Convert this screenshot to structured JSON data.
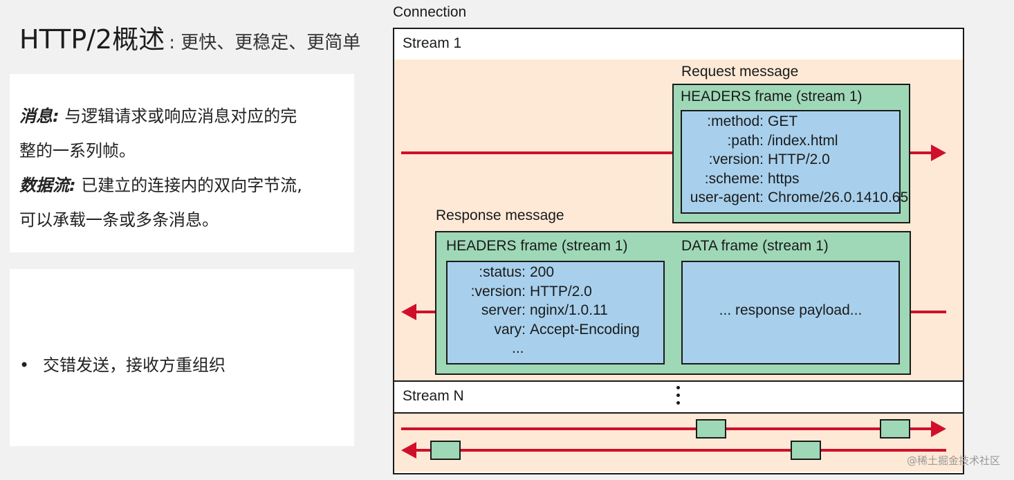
{
  "slide": {
    "title": "HTTP/2概述",
    "subtitle": ": 更快、更稳定、更简单"
  },
  "definitions": [
    {
      "term": "消息:",
      "text": " 与逻辑请求或响应消息对应的完",
      "cont": "整的一系列帧。"
    },
    {
      "term": "数据流:",
      "text": " 已建立的连接内的双向字节流,",
      "cont": "可以承载一条或多条消息。"
    }
  ],
  "bullets": [
    "交错发送，接收方重组织"
  ],
  "diagram": {
    "connection_label": "Connection",
    "stream1_label": "Stream 1",
    "streamN_label": "Stream N",
    "request": {
      "label": "Request message",
      "frame_label": "HEADERS frame (stream 1)",
      "headers": [
        {
          "key": ":method:",
          "value": "GET"
        },
        {
          "key": ":path:",
          "value": "/index.html"
        },
        {
          "key": ":version:",
          "value": "HTTP/2.0"
        },
        {
          "key": ":scheme:",
          "value": "https"
        },
        {
          "key": "user-agent:",
          "value": "Chrome/26.0.1410.65"
        }
      ]
    },
    "response": {
      "label": "Response message",
      "headers_frame_label": "HEADERS frame (stream 1)",
      "data_frame_label": "DATA frame (stream 1)",
      "headers": [
        {
          "key": ":status:",
          "value": "200"
        },
        {
          "key": ":version:",
          "value": "HTTP/2.0"
        },
        {
          "key": "server:",
          "value": "nginx/1.0.11"
        },
        {
          "key": "vary:",
          "value": "Accept-Encoding"
        },
        {
          "key": "",
          "value": "..."
        }
      ],
      "payload": "... response payload..."
    },
    "colors": {
      "arrow": "#d0102a",
      "frame_green": "#9fd8b7",
      "frame_blue": "#a8d0ec",
      "stream_peach": "#fde9d6"
    }
  },
  "watermark": "@稀土掘金技术社区"
}
